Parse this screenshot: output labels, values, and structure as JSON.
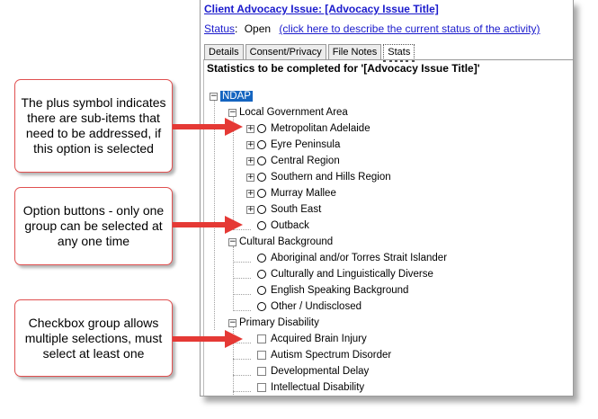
{
  "header": {
    "issue_link": "Client Advocacy Issue: [Advocacy Issue Title]",
    "status_label": "Status",
    "status_colon": ":",
    "status_value": "Open",
    "status_link": "(click here to describe the current status of the activity)"
  },
  "tabs": [
    {
      "label": "Details"
    },
    {
      "label": "Consent/Privacy"
    },
    {
      "label": "File Notes"
    },
    {
      "label": "Stats",
      "active": true
    }
  ],
  "stats_heading": "Statistics to be completed for '[Advocacy Issue Title]'",
  "tree": {
    "root": "NDAP",
    "groups": [
      {
        "label": "Local Government Area",
        "items": [
          "Metropolitan Adelaide",
          "Eyre Peninsula",
          "Central Region",
          "Southern and Hills Region",
          "Murray Mallee",
          "South East",
          "Outback"
        ]
      },
      {
        "label": "Cultural Background",
        "items": [
          "Aboriginal and/or Torres Strait Islander",
          "Culturally and Linguistically Diverse",
          "English Speaking Background",
          "Other / Undisclosed"
        ]
      },
      {
        "label": "Primary Disability",
        "items": [
          "Acquired Brain Injury",
          "Autism Spectrum Disorder",
          "Developmental Delay",
          "Intellectual Disability"
        ]
      }
    ]
  },
  "callouts": [
    {
      "text": "The plus symbol indicates there are sub-items that need to be addressed, if this option is selected"
    },
    {
      "text": "Option buttons - only one group can be selected at any one time"
    },
    {
      "text": "Checkbox group allows multiple selections, must select at least one"
    }
  ],
  "colors": {
    "link": "#1a1acc",
    "selected": "#1565c0",
    "callout_border": "#e05050",
    "arrow": "#e53935"
  },
  "icons": {
    "expand": "plus-box-icon",
    "collapse": "minus-box-icon",
    "radio": "radio-icon",
    "checkbox": "checkbox-icon"
  }
}
